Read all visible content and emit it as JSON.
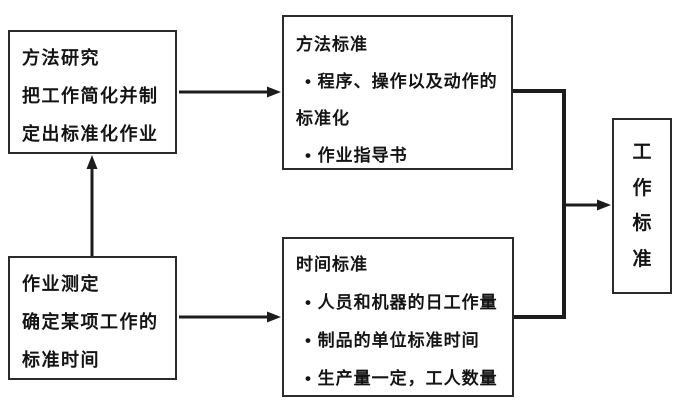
{
  "diagram": {
    "background_color": "#ffffff",
    "line_color": "#1c1c1c",
    "text_color": "#141414",
    "boxes": {
      "method_study": {
        "title": "方法研究",
        "lines": [
          "把工作简化并制",
          "定出标准化作业"
        ]
      },
      "method_standard": {
        "title": "方法标准",
        "lines": [
          "• 程序、操作以及动作的",
          "标准化",
          "• 作业指导书"
        ]
      },
      "work_measurement": {
        "title": "作业测定",
        "lines": [
          "确定某项工作的",
          "标准时间"
        ]
      },
      "time_standard": {
        "title": "时间标准",
        "lines": [
          "• 人员和机器的日工作量",
          "• 制品的单位标准时间",
          "• 生产量一定，工人数量"
        ]
      },
      "work_standard": {
        "title": "工作标准",
        "chars": [
          "工",
          "作",
          "标",
          "准"
        ]
      }
    },
    "connections": [
      "method_study -> method_standard",
      "work_measurement -> method_study",
      "work_measurement -> time_standard",
      "method_standard + time_standard -> work_standard"
    ]
  }
}
